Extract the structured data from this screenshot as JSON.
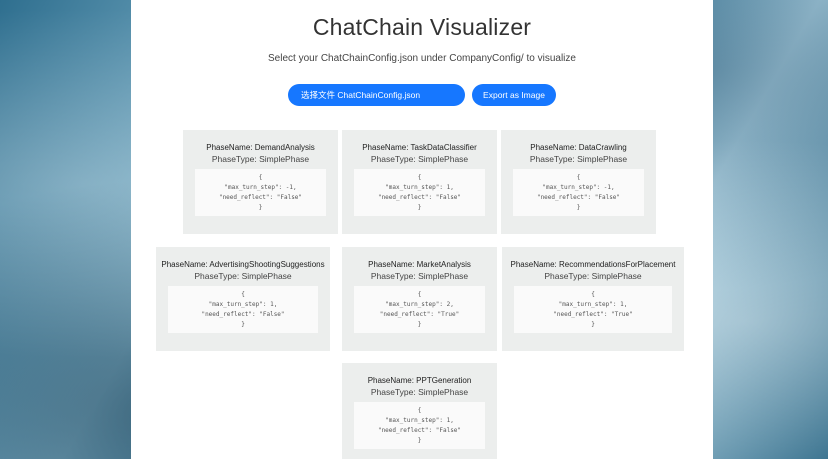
{
  "page": {
    "title": "ChatChain Visualizer",
    "subtitle": "Select your ChatChainConfig.json under CompanyConfig/ to visualize"
  },
  "buttons": {
    "file_label": "选择文件 ChatChainConfig.json",
    "export_label": "Export as Image"
  },
  "phases": [
    {
      "name": "PhaseName: DemandAnalysis",
      "type": "PhaseType: SimplePhase",
      "open": "{",
      "max_turn_step": "\"max_turn_step\": -1,",
      "need_reflect": "\"need_reflect\": \"False\"",
      "close": "}"
    },
    {
      "name": "PhaseName: TaskDataClassifier",
      "type": "PhaseType: SimplePhase",
      "open": "{",
      "max_turn_step": "\"max_turn_step\": 1,",
      "need_reflect": "\"need_reflect\": \"False\"",
      "close": "}"
    },
    {
      "name": "PhaseName: DataCrawling",
      "type": "PhaseType: SimplePhase",
      "open": "{",
      "max_turn_step": "\"max_turn_step\": -1,",
      "need_reflect": "\"need_reflect\": \"False\"",
      "close": "}"
    },
    {
      "name": "PhaseName: AdvertisingShootingSuggestions",
      "type": "PhaseType: SimplePhase",
      "open": "{",
      "max_turn_step": "\"max_turn_step\": 1,",
      "need_reflect": "\"need_reflect\": \"False\"",
      "close": "}"
    },
    {
      "name": "PhaseName: MarketAnalysis",
      "type": "PhaseType: SimplePhase",
      "open": "{",
      "max_turn_step": "\"max_turn_step\": 2,",
      "need_reflect": "\"need_reflect\": \"True\"",
      "close": "}"
    },
    {
      "name": "PhaseName: RecommendationsForPlacement",
      "type": "PhaseType: SimplePhase",
      "open": "{",
      "max_turn_step": "\"max_turn_step\": 1,",
      "need_reflect": "\"need_reflect\": \"True\"",
      "close": "}"
    },
    {
      "name": "PhaseName: PPTGeneration",
      "type": "PhaseType: SimplePhase",
      "open": "{",
      "max_turn_step": "\"max_turn_step\": 1,",
      "need_reflect": "\"need_reflect\": \"False\"",
      "close": "}"
    }
  ]
}
